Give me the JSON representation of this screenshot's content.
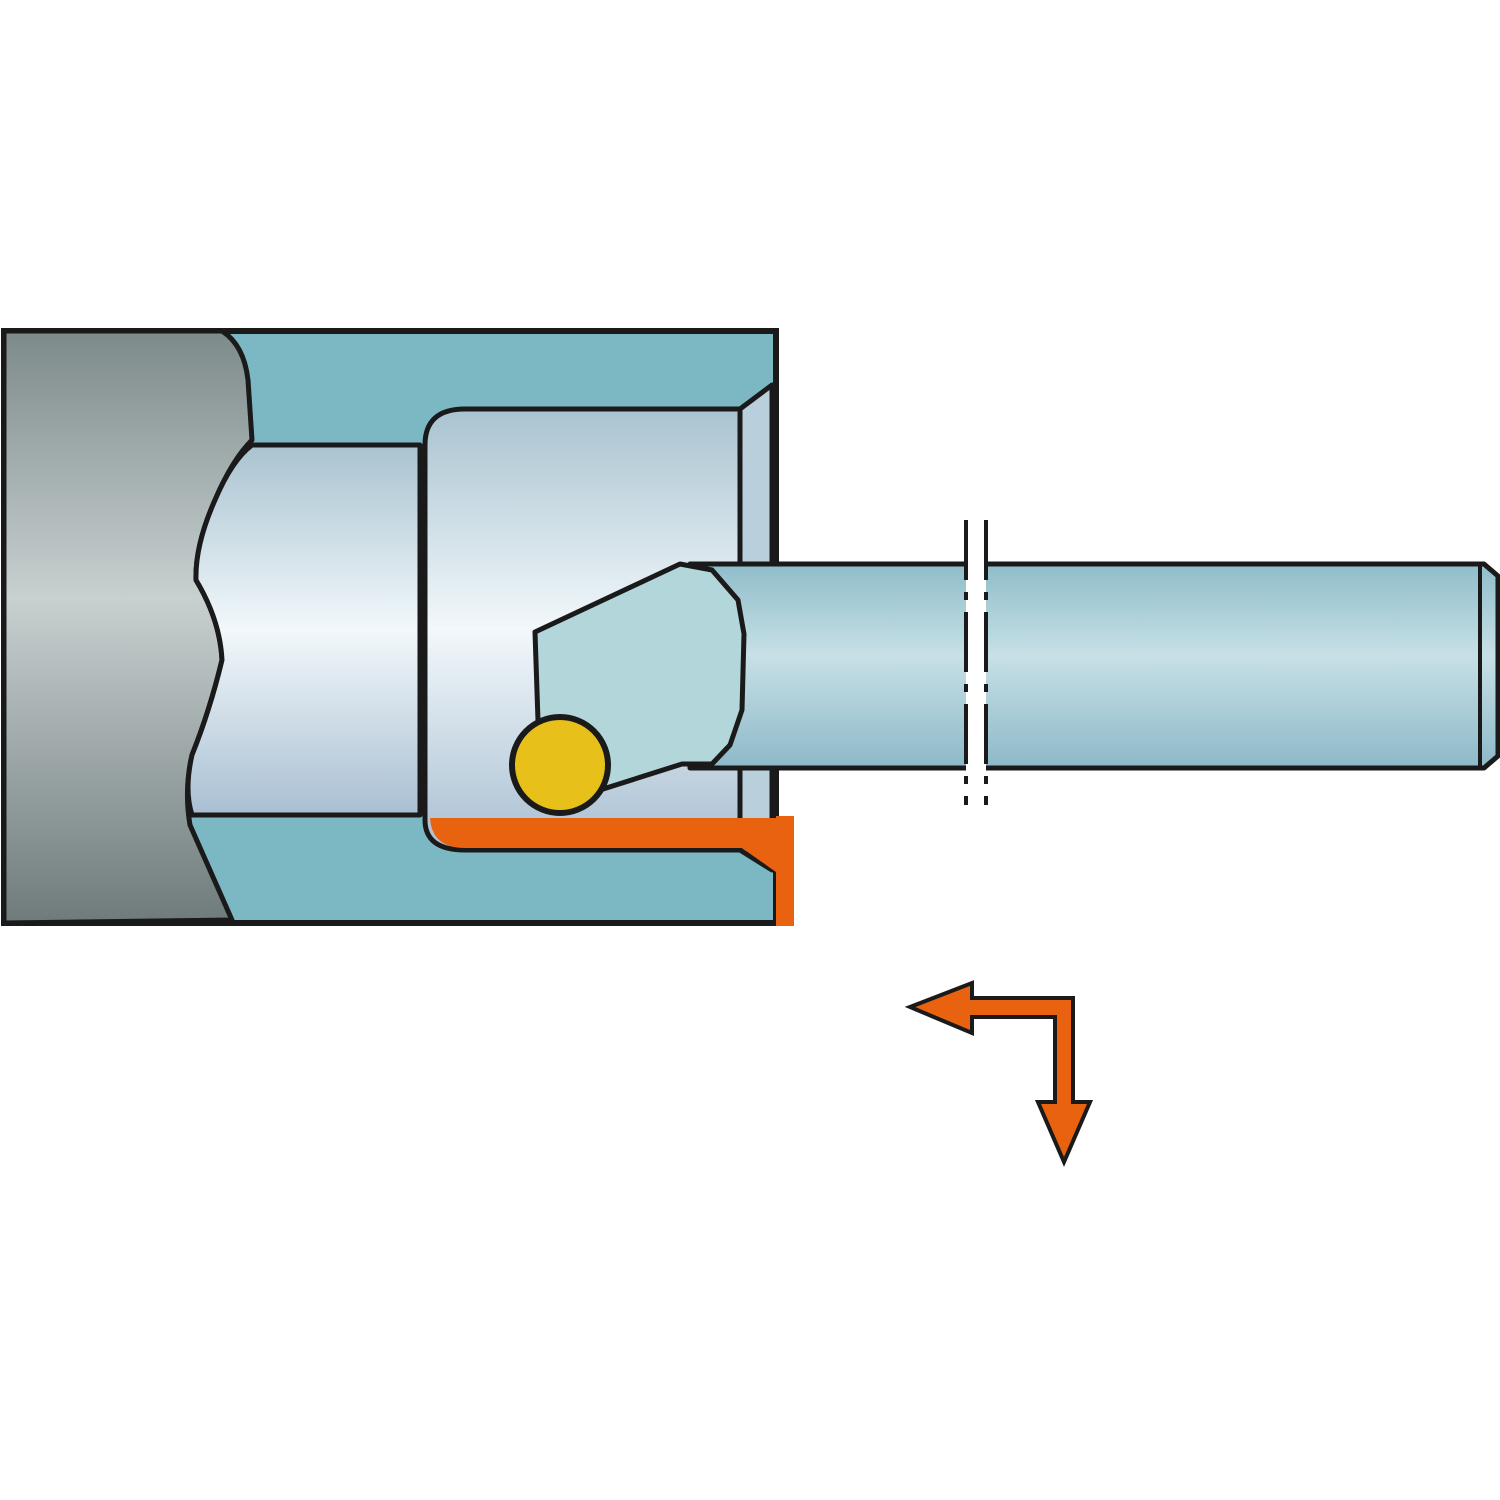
{
  "diagram": {
    "kind": "internal-boring-tool-illustration",
    "text_labels": [],
    "colors": {
      "background": "#ffffff",
      "outline": "#1a1a1a",
      "workpiece_teal": "#7cb8c4",
      "bore_light": "#dcecf3",
      "machined_surface": "#e8620f",
      "insert": "#e8c01a",
      "bar_mid": "#c4dde4",
      "bar_edge": "#8fbdca",
      "chuck_grey": "#9aa4a4",
      "feed_arrow": "#e8620f"
    },
    "icons": {
      "chuck": "chuck-icon",
      "workpiece": "workpiece-icon",
      "boring_bar": "boring-bar-icon",
      "insert": "insert-icon",
      "feed_direction": "feed-direction-arrow-icon"
    },
    "feed_directions": [
      "axial-left",
      "radial-down"
    ]
  }
}
